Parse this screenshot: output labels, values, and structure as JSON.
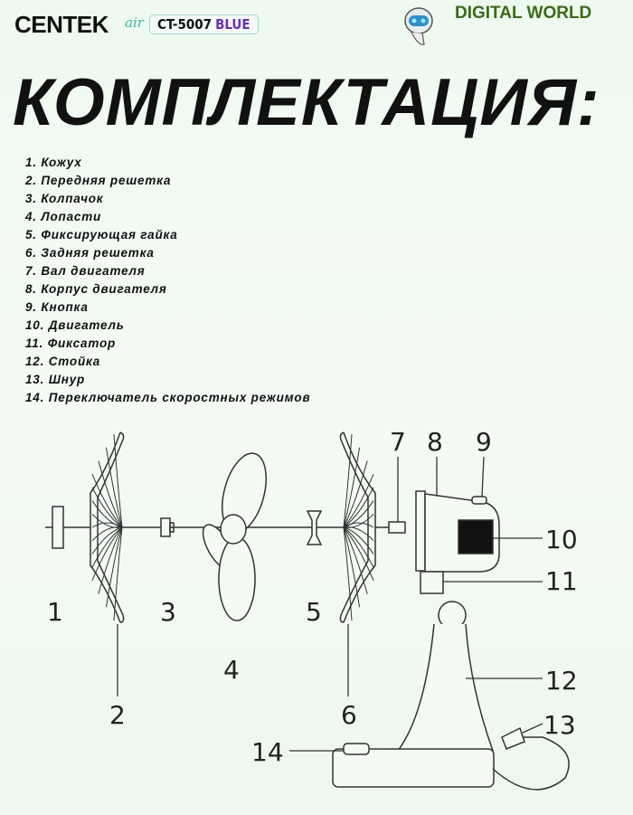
{
  "header": {
    "brand": "CENTEK",
    "brand_suffix": "air",
    "model": "CT-5007",
    "model_color": "BLUE",
    "store": "DIGITAL WORLD"
  },
  "title": "КОМПЛЕКТАЦИЯ:",
  "parts": [
    "1. Кожух",
    "2. Передняя решетка",
    "3. Колпачок",
    "4. Лопасти",
    "5. Фиксирующая гайка",
    "6. Задняя решетка",
    "7. Вал двигателя",
    "8. Корпус двигателя",
    "9. Кнопка",
    "10. Двигатель",
    "11. Фиксатор",
    "12. Стойка",
    "13. Шнур",
    "14. Переключатель скоростных режимов"
  ],
  "diagram_labels": [
    "1",
    "2",
    "3",
    "4",
    "5",
    "6",
    "7",
    "8",
    "9",
    "10",
    "11",
    "12",
    "13",
    "14"
  ]
}
